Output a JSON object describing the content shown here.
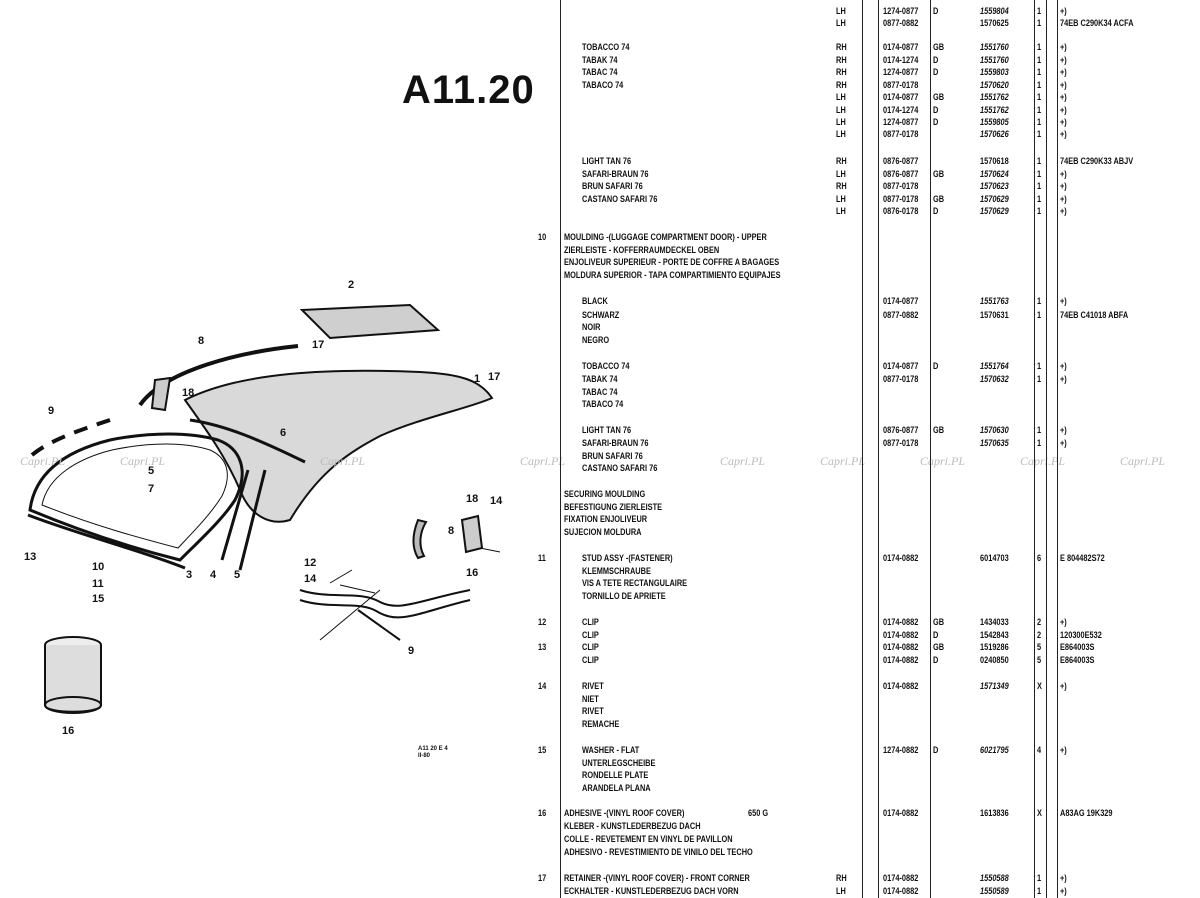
{
  "page_title": "A11.20",
  "stamp": [
    "A11 20 E 4",
    "II-80"
  ],
  "watermark": "Capri.PL",
  "diagram_callouts": {
    "c1": "1",
    "c2": "2",
    "c3": "3",
    "c4": "4",
    "c5": "5",
    "c6": "6",
    "c7": "7",
    "c8a": "8",
    "c8b": "8",
    "c9a": "9",
    "c9b": "9",
    "c10": "10",
    "c11": "11",
    "c12": "12",
    "c13": "13",
    "c14a": "14",
    "c14b": "14",
    "c15a": "15",
    "c16a": "16",
    "c16b": "16",
    "c17a": "17",
    "c17b": "17",
    "c18a": "18",
    "c18b": "18"
  },
  "table": {
    "r0": {
      "side": "LH",
      "date": "1274-0877",
      "mkt": "D",
      "part": "1559804",
      "qty": "1",
      "note": "+)"
    },
    "r1": {
      "side": "LH",
      "date": "0877-0882",
      "mkt": "",
      "part": "1570625",
      "qty": "1",
      "note": "74EB C290K34 ACFA"
    },
    "r2": {
      "desc": "TOBACCO 74",
      "side": "RH",
      "date": "0174-0877",
      "mkt": "GB",
      "part": "1551760",
      "qty": "1",
      "note": "+)"
    },
    "r3": {
      "desc": "TABAK 74",
      "side": "RH",
      "date": "0174-1274",
      "mkt": "D",
      "part": "1551760",
      "qty": "1",
      "note": "+)"
    },
    "r4": {
      "desc": "TABAC 74",
      "side": "RH",
      "date": "1274-0877",
      "mkt": "D",
      "part": "1559803",
      "qty": "1",
      "note": "+)"
    },
    "r5": {
      "desc": "TABACO 74",
      "side": "RH",
      "date": "0877-0178",
      "mkt": "",
      "part": "1570620",
      "qty": "1",
      "note": "+)"
    },
    "r6": {
      "side": "LH",
      "date": "0174-0877",
      "mkt": "GB",
      "part": "1551762",
      "qty": "1",
      "note": "+)"
    },
    "r7": {
      "side": "LH",
      "date": "0174-1274",
      "mkt": "D",
      "part": "1551762",
      "qty": "1",
      "note": "+)"
    },
    "r8": {
      "side": "LH",
      "date": "1274-0877",
      "mkt": "D",
      "part": "1559805",
      "qty": "1",
      "note": "+)"
    },
    "r9": {
      "side": "LH",
      "date": "0877-0178",
      "mkt": "",
      "part": "1570626",
      "qty": "1",
      "note": "+)"
    },
    "r10": {
      "desc": "LIGHT TAN 76",
      "side": "RH",
      "date": "0876-0877",
      "mkt": "",
      "part": "1570618",
      "qty": "1",
      "note": "74EB C290K33 ABJV"
    },
    "r11": {
      "desc": "SAFARI-BRAUN 76",
      "side": "LH",
      "date": "0876-0877",
      "mkt": "GB",
      "part": "1570624",
      "qty": "1",
      "note": "+)"
    },
    "r12": {
      "desc": "BRUN SAFARI 76",
      "side": "RH",
      "date": "0877-0178",
      "mkt": "",
      "part": "1570623",
      "qty": "1",
      "note": "+)"
    },
    "r13": {
      "desc": "CASTANO SAFARI 76",
      "side": "LH",
      "date": "0877-0178",
      "mkt": "GB",
      "part": "1570629",
      "qty": "1",
      "note": "+)"
    },
    "r14": {
      "side": "LH",
      "date": "0876-0178",
      "mkt": "D",
      "part": "1570629",
      "qty": "1",
      "note": "+)"
    },
    "r15": {
      "item": "10",
      "desc": "MOULDING -(LUGGAGE COMPARTMENT DOOR) - UPPER"
    },
    "r16": {
      "desc": "ZIERLEISTE - KOFFERRAUMDECKEL OBEN"
    },
    "r17": {
      "desc": "ENJOLIVEUR SUPERIEUR - PORTE DE COFFRE A BAGAGES"
    },
    "r18": {
      "desc": "MOLDURA SUPERIOR - TAPA COMPARTIMIENTO EQUIPAJES"
    },
    "r19": {
      "desc": "BLACK",
      "date": "0174-0877",
      "part": "1551763",
      "qty": "1",
      "note": "+)"
    },
    "r20": {
      "desc": "SCHWARZ",
      "date": "0877-0882",
      "part": "1570631",
      "qty": "1",
      "note": "74EB C41018 ABFA"
    },
    "r21": {
      "desc": "NOIR"
    },
    "r22": {
      "desc": "NEGRO"
    },
    "r23": {
      "desc": "TOBACCO 74",
      "date": "0174-0877",
      "mkt": "D",
      "part": "1551764",
      "qty": "1",
      "note": "+)"
    },
    "r24": {
      "desc": "TABAK 74",
      "date": "0877-0178",
      "part": "1570632",
      "qty": "1",
      "note": "+)"
    },
    "r25": {
      "desc": "TABAC 74"
    },
    "r26": {
      "desc": "TABACO 74"
    },
    "r27": {
      "desc": "LIGHT TAN 76",
      "date": "0876-0877",
      "mkt": "GB",
      "part": "1570630",
      "qty": "1",
      "note": "+)"
    },
    "r28": {
      "desc": "SAFARI-BRAUN 76",
      "date": "0877-0178",
      "part": "1570635",
      "qty": "1",
      "note": "+)"
    },
    "r29": {
      "desc": "BRUN SAFARI 76"
    },
    "r30": {
      "desc": "CASTANO SAFARI 76"
    },
    "r31": {
      "desc": "SECURING MOULDING"
    },
    "r32": {
      "desc": "BEFESTIGUNG ZIERLEISTE"
    },
    "r33": {
      "desc": "FIXATION ENJOLIVEUR"
    },
    "r34": {
      "desc": "SUJECION MOLDURA"
    },
    "r35": {
      "item": "11",
      "desc": "STUD ASSY -(FASTENER)",
      "date": "0174-0882",
      "part": "6014703",
      "qty": "6",
      "note": "E 804482S72"
    },
    "r36": {
      "desc": "KLEMMSCHRAUBE"
    },
    "r37": {
      "desc": "VIS A TETE RECTANGULAIRE"
    },
    "r38": {
      "desc": "TORNILLO DE APRIETE"
    },
    "r39": {
      "item": "12",
      "desc": "CLIP",
      "date": "0174-0882",
      "mkt": "GB",
      "part": "1434033",
      "qty": "2",
      "note": "+)"
    },
    "r40": {
      "desc": "CLIP",
      "date": "0174-0882",
      "mkt": "D",
      "part": "1542843",
      "qty": "2",
      "note": "120300E532"
    },
    "r41": {
      "item": "13",
      "desc": "CLIP",
      "date": "0174-0882",
      "mkt": "GB",
      "part": "1519286",
      "qty": "5",
      "note": "E864003S"
    },
    "r42": {
      "desc": "CLIP",
      "date": "0174-0882",
      "mkt": "D",
      "part": "0240850",
      "qty": "5",
      "note": "E864003S"
    },
    "r43": {
      "item": "14",
      "desc": "RIVET",
      "date": "0174-0882",
      "part": "1571349",
      "qty": "X",
      "note": "+)"
    },
    "r44": {
      "desc": "NIET"
    },
    "r45": {
      "desc": "RIVET"
    },
    "r46": {
      "desc": "REMACHE"
    },
    "r47": {
      "item": "15",
      "desc": "WASHER - FLAT",
      "date": "1274-0882",
      "mkt": "D",
      "part": "6021795",
      "qty": "4",
      "note": "+)"
    },
    "r48": {
      "desc": "UNTERLEGSCHEIBE"
    },
    "r49": {
      "desc": "RONDELLE PLATE"
    },
    "r50": {
      "desc": "ARANDELA PLANA"
    },
    "r51": {
      "item": "16",
      "desc": "ADHESIVE -(VINYL ROOF COVER)",
      "extra": "650 G",
      "date": "0174-0882",
      "part": "1613836",
      "qty": "X",
      "note": "A83AG 19K329"
    },
    "r52": {
      "desc": "KLEBER - KUNSTLEDERBEZUG DACH"
    },
    "r53": {
      "desc": "COLLE - REVETEMENT EN VINYL DE PAVILLON"
    },
    "r54": {
      "desc": "ADHESIVO - REVESTIMIENTO DE VINILO DEL TECHO"
    },
    "r55": {
      "item": "17",
      "desc": "RETAINER -(VINYL ROOF COVER) - FRONT CORNER",
      "side": "RH",
      "date": "0174-0882",
      "part": "1550588",
      "qty": "1",
      "note": "+)"
    },
    "r56": {
      "desc": "ECKHALTER - KUNSTLEDERBEZUG DACH VORN",
      "side": "LH",
      "date": "0174-0882",
      "part": "1550589",
      "qty": "1",
      "note": "+)"
    }
  }
}
